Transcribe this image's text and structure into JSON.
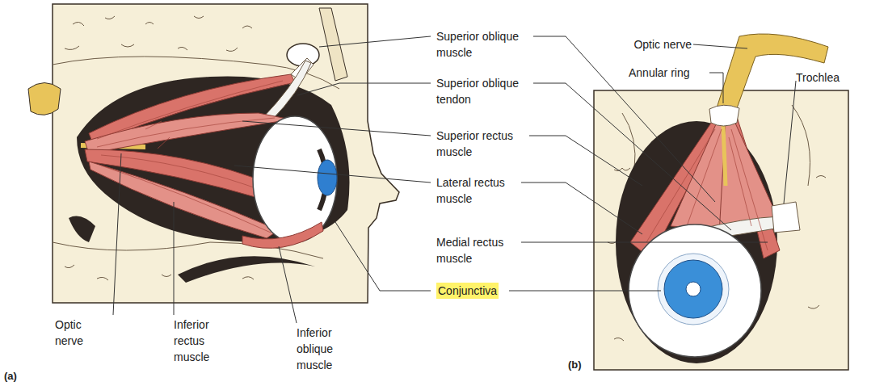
{
  "diagram": {
    "labels": [
      "Superior oblique muscle",
      "Superior oblique tendon",
      "Superior rectus muscle",
      "Lateral rectus muscle",
      "Medial rectus muscle",
      "Conjunctiva",
      "Optic nerve",
      "Inferior rectus muscle",
      "Inferior oblique muscle",
      "(a)",
      "Optic nerve",
      "Annular ring",
      "Trochlea",
      "(b)"
    ]
  }
}
